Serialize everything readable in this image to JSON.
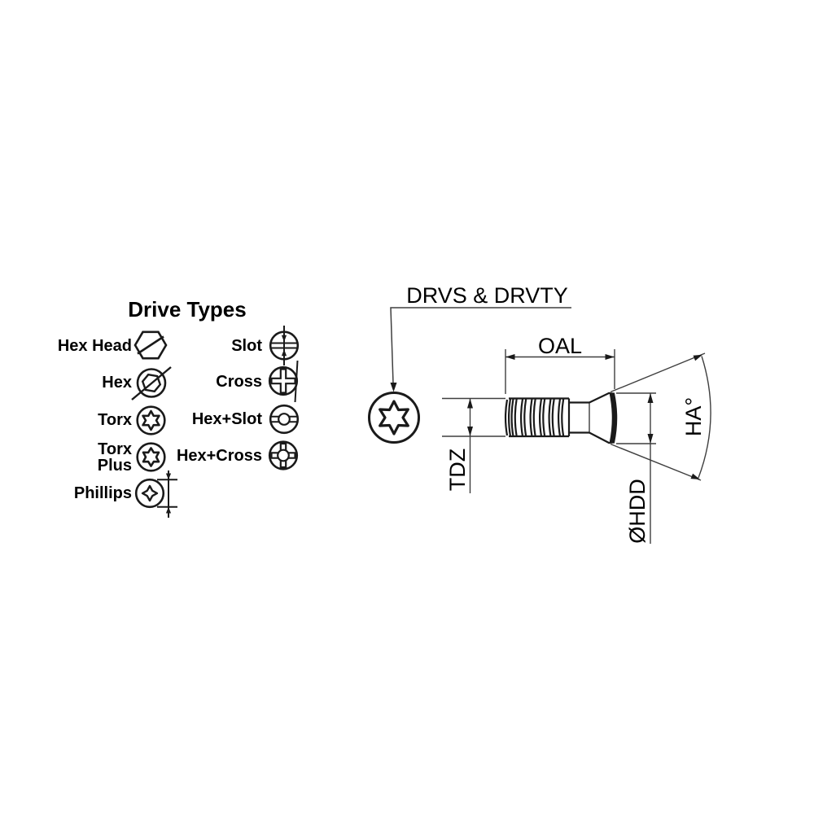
{
  "legend": {
    "title": "Drive Types",
    "items": [
      {
        "label": "Hex Head",
        "icon": "hex-head-icon"
      },
      {
        "label": "Hex",
        "icon": "hex-icon"
      },
      {
        "label": "Torx",
        "icon": "torx-icon"
      },
      {
        "label": "Torx",
        "label2": "Plus",
        "icon": "torx-plus-icon"
      },
      {
        "label": "Phillips",
        "icon": "phillips-icon"
      },
      {
        "label": "Slot",
        "icon": "slot-icon"
      },
      {
        "label": "Cross",
        "icon": "cross-icon"
      },
      {
        "label": "Hex+Slot",
        "icon": "hex-slot-icon"
      },
      {
        "label": "Hex+Cross",
        "icon": "hex-cross-icon"
      }
    ]
  },
  "diagram": {
    "callout": "DRVS & DRVTY",
    "dim_oal": "OAL",
    "dim_tdz": "TDZ",
    "dim_hdd": "ØHDD",
    "dim_ha": "HA°"
  },
  "colors": {
    "background": "#ffffff",
    "object_line": "#1a1a1a",
    "dimension_line": "#3f3f3f",
    "text": "#000000"
  }
}
